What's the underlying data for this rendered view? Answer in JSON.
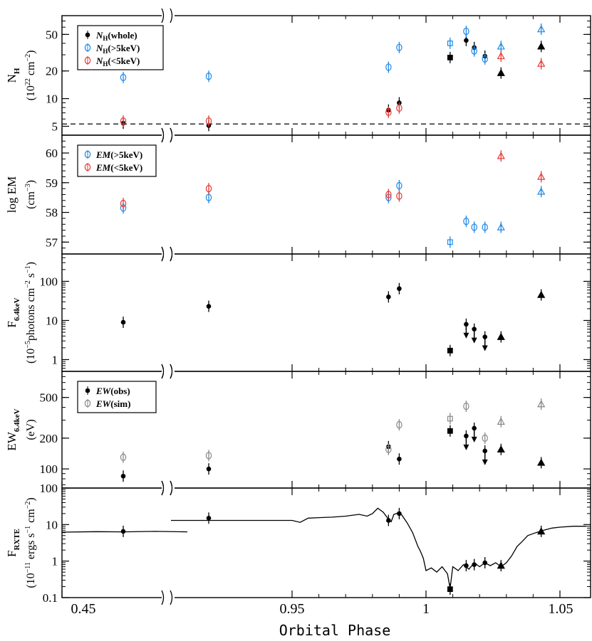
{
  "chart_data": {
    "type": "scatter",
    "shared_x": {
      "label": "Orbital Phase",
      "ticks": [
        "0.45",
        "0.95",
        "1",
        "1.05"
      ],
      "note": "broken axis between 0.45 and 0.95"
    },
    "panels": [
      {
        "id": "nh",
        "ylabel_main": "N",
        "ylabel_sub": "H",
        "ylabel_units": "(10",
        "ylabel_units_sup": "22",
        "ylabel_units_tail": " cm",
        "ylabel_units_sup2": "−2",
        "ylabel_units_close": ")",
        "scale": "log",
        "ylim": [
          4,
          80
        ],
        "yticks": [
          [
            "5",
            5
          ],
          [
            "10",
            10
          ],
          [
            "20",
            20
          ],
          [
            "50",
            50
          ]
        ],
        "reference_line": 5.3,
        "legend": [
          {
            "symbol": "dot",
            "color": "#000000",
            "italic": "N",
            "sub": "H",
            "rest": "(whole)"
          },
          {
            "symbol": "circle",
            "color": "#1e88e5",
            "italic": "N",
            "sub": "H",
            "rest": "(>5keV)"
          },
          {
            "symbol": "circle",
            "color": "#e53935",
            "italic": "N",
            "sub": "H",
            "rest": "(<5keV)"
          }
        ],
        "series": [
          {
            "name": "NH(whole)",
            "color": "#000000",
            "points": [
              [
                0.52,
                5.4,
                "dot"
              ],
              [
                0.6,
                5.1,
                "dot"
              ],
              [
                0.986,
                7.5,
                "dot"
              ],
              [
                0.99,
                9,
                "dot"
              ],
              [
                1.009,
                28,
                "square"
              ],
              [
                1.015,
                43,
                "dot"
              ],
              [
                1.018,
                36,
                "dot"
              ],
              [
                1.022,
                29,
                "dot"
              ],
              [
                1.028,
                19,
                "triangle"
              ],
              [
                1.043,
                37,
                "triangle"
              ]
            ]
          },
          {
            "name": "NH(>5keV)",
            "color": "#1e88e5",
            "points": [
              [
                0.52,
                17,
                "circle"
              ],
              [
                0.6,
                17.5,
                "circle"
              ],
              [
                0.986,
                22,
                "circle"
              ],
              [
                0.99,
                36,
                "circle"
              ],
              [
                1.009,
                40,
                "square"
              ],
              [
                1.015,
                54,
                "circle"
              ],
              [
                1.018,
                33,
                "circle"
              ],
              [
                1.022,
                27,
                "circle"
              ],
              [
                1.028,
                37,
                "triangle"
              ],
              [
                1.043,
                57,
                "triangle"
              ]
            ]
          },
          {
            "name": "NH(<5keV)",
            "color": "#e53935",
            "points": [
              [
                0.52,
                5.7,
                "circle"
              ],
              [
                0.6,
                5.7,
                "circle"
              ],
              [
                0.986,
                7.1,
                "circle"
              ],
              [
                0.99,
                7.9,
                "circle"
              ],
              [
                1.028,
                29,
                "triangle"
              ],
              [
                1.043,
                24,
                "triangle"
              ]
            ]
          }
        ]
      },
      {
        "id": "em",
        "ylabel_main": "log EM",
        "ylabel_units": "(cm",
        "ylabel_units_sup": "−3",
        "ylabel_units_close": ")",
        "scale": "linear",
        "ylim": [
          56.6,
          60.6
        ],
        "yticks": [
          [
            "57",
            57
          ],
          [
            "58",
            58
          ],
          [
            "59",
            59
          ],
          [
            "60",
            60
          ]
        ],
        "legend": [
          {
            "symbol": "circle",
            "color": "#1e88e5",
            "italic": "EM",
            "rest": "(>5keV)"
          },
          {
            "symbol": "circle",
            "color": "#e53935",
            "italic": "EM",
            "rest": "(<5keV)"
          }
        ],
        "series": [
          {
            "name": "EM(>5keV)",
            "color": "#1e88e5",
            "points": [
              [
                0.52,
                58.15,
                "circle"
              ],
              [
                0.6,
                58.5,
                "circle"
              ],
              [
                0.986,
                58.5,
                "circle"
              ],
              [
                0.99,
                58.9,
                "circle"
              ],
              [
                1.009,
                57.0,
                "square"
              ],
              [
                1.015,
                57.7,
                "circle"
              ],
              [
                1.018,
                57.5,
                "circle"
              ],
              [
                1.022,
                57.5,
                "circle"
              ],
              [
                1.028,
                57.5,
                "triangle"
              ],
              [
                1.043,
                58.7,
                "triangle"
              ]
            ]
          },
          {
            "name": "EM(<5keV)",
            "color": "#e53935",
            "points": [
              [
                0.52,
                58.3,
                "circle"
              ],
              [
                0.6,
                58.8,
                "circle"
              ],
              [
                0.986,
                58.6,
                "circle"
              ],
              [
                0.99,
                58.55,
                "circle"
              ],
              [
                1.028,
                59.9,
                "triangle"
              ],
              [
                1.043,
                59.2,
                "triangle"
              ]
            ]
          }
        ]
      },
      {
        "id": "f64",
        "ylabel_main": "F",
        "ylabel_sub": "6.4keV",
        "ylabel_units": "(10",
        "ylabel_units_sup": "−5",
        "ylabel_units_tail": "photons cm",
        "ylabel_units_sup2": "−2",
        "ylabel_units_tail2": " s",
        "ylabel_units_sup3": "−1",
        "ylabel_units_close": ")",
        "scale": "log",
        "ylim": [
          0.5,
          500
        ],
        "yticks": [
          [
            "1",
            1
          ],
          [
            "10",
            10
          ],
          [
            "100",
            100
          ]
        ],
        "series": [
          {
            "name": "F6.4keV",
            "color": "#000000",
            "points": [
              [
                0.52,
                9,
                "dot"
              ],
              [
                0.6,
                23,
                "dot"
              ],
              [
                0.986,
                40,
                "dot"
              ],
              [
                0.99,
                65,
                "dot"
              ],
              [
                1.009,
                1.7,
                "square"
              ],
              [
                1.015,
                8,
                "dot"
              ],
              [
                1.018,
                6,
                "dot"
              ],
              [
                1.022,
                3.8,
                "dot"
              ],
              [
                1.028,
                3.8,
                "triangle"
              ],
              [
                1.043,
                45,
                "triangle"
              ]
            ],
            "upper_limits_at": [
              1.015,
              1.018,
              1.022
            ]
          }
        ]
      },
      {
        "id": "ew",
        "ylabel_main": "EW",
        "ylabel_sub": "6.4keV",
        "ylabel_units": "(eV)",
        "scale": "log",
        "ylim": [
          65,
          900
        ],
        "yticks": [
          [
            "100",
            100
          ],
          [
            "200",
            200
          ],
          [
            "500",
            500
          ]
        ],
        "legend": [
          {
            "symbol": "dot",
            "color": "#000000",
            "italic": "EW",
            "rest": "(obs)"
          },
          {
            "symbol": "circle",
            "color": "#888888",
            "italic": "EW",
            "rest": "(sim)"
          }
        ],
        "series": [
          {
            "name": "EW(obs)",
            "color": "#000000",
            "points": [
              [
                0.52,
                85,
                "dot"
              ],
              [
                0.6,
                100,
                "dot"
              ],
              [
                0.986,
                165,
                "dot"
              ],
              [
                0.99,
                125,
                "dot"
              ],
              [
                1.009,
                235,
                "square"
              ],
              [
                1.015,
                210,
                "dot"
              ],
              [
                1.018,
                250,
                "dot"
              ],
              [
                1.022,
                150,
                "dot"
              ],
              [
                1.028,
                155,
                "triangle"
              ],
              [
                1.043,
                115,
                "triangle"
              ]
            ],
            "upper_limits_at": [
              1.015,
              1.018,
              1.022
            ]
          },
          {
            "name": "EW(sim)",
            "color": "#888888",
            "points": [
              [
                0.52,
                130,
                "circle"
              ],
              [
                0.6,
                135,
                "circle"
              ],
              [
                0.986,
                155,
                "circle"
              ],
              [
                0.99,
                270,
                "circle"
              ],
              [
                1.009,
                310,
                "square"
              ],
              [
                1.015,
                410,
                "circle"
              ],
              [
                1.022,
                200,
                "circle"
              ],
              [
                1.028,
                290,
                "triangle"
              ],
              [
                1.043,
                430,
                "triangle"
              ]
            ]
          }
        ]
      },
      {
        "id": "rxte",
        "ylabel_main": "F",
        "ylabel_sub": "RXTE",
        "ylabel_units": "(10",
        "ylabel_units_sup": "−11",
        "ylabel_units_tail": " ergs s",
        "ylabel_units_sup2": "−1",
        "ylabel_units_tail2": " cm",
        "ylabel_units_sup3": "−2",
        "ylabel_units_close": ")",
        "scale": "log",
        "ylim": [
          0.1,
          100
        ],
        "yticks": [
          [
            "0.1",
            0.1
          ],
          [
            "1",
            1
          ],
          [
            "10",
            10
          ],
          [
            "100",
            100
          ]
        ],
        "light_curve_left": [
          [
            0.45,
            6.2
          ],
          [
            0.49,
            6.4
          ],
          [
            0.52,
            6.3
          ],
          [
            0.55,
            6.5
          ],
          [
            0.58,
            6.3
          ]
        ],
        "light_curve_right": [
          [
            0.95,
            13
          ],
          [
            0.953,
            11.5
          ],
          [
            0.956,
            15
          ],
          [
            0.96,
            15.5
          ],
          [
            0.965,
            16
          ],
          [
            0.97,
            17
          ],
          [
            0.975,
            19
          ],
          [
            0.978,
            17
          ],
          [
            0.98,
            20
          ],
          [
            0.982,
            28
          ],
          [
            0.984,
            22
          ],
          [
            0.986,
            14
          ],
          [
            0.987,
            12
          ],
          [
            0.988,
            19
          ],
          [
            0.989,
            20
          ],
          [
            0.99,
            22
          ],
          [
            0.991,
            18
          ],
          [
            0.993,
            11
          ],
          [
            0.995,
            6
          ],
          [
            0.997,
            2.5
          ],
          [
            0.998,
            1.8
          ],
          [
            0.999,
            1.2
          ],
          [
            1.0,
            0.55
          ],
          [
            1.002,
            0.65
          ],
          [
            1.004,
            0.5
          ],
          [
            1.006,
            0.7
          ],
          [
            1.008,
            0.45
          ],
          [
            1.009,
            0.18
          ],
          [
            1.01,
            0.7
          ],
          [
            1.012,
            0.55
          ],
          [
            1.014,
            0.8
          ],
          [
            1.016,
            0.6
          ],
          [
            1.018,
            0.9
          ],
          [
            1.02,
            0.7
          ],
          [
            1.022,
            0.9
          ],
          [
            1.024,
            0.75
          ],
          [
            1.026,
            0.9
          ],
          [
            1.028,
            0.7
          ],
          [
            1.03,
            0.9
          ],
          [
            1.032,
            1.4
          ],
          [
            1.034,
            2.5
          ],
          [
            1.036,
            3.5
          ],
          [
            1.038,
            5
          ],
          [
            1.041,
            6
          ],
          [
            1.044,
            7
          ],
          [
            1.047,
            8
          ],
          [
            1.05,
            8.5
          ],
          [
            1.055,
            9
          ],
          [
            1.06,
            9
          ]
        ],
        "series": [
          {
            "name": "RXTE markers",
            "color": "#000000",
            "points": [
              [
                0.52,
                6.5,
                "dot"
              ],
              [
                0.6,
                15,
                "dot"
              ],
              [
                0.986,
                13,
                "dot"
              ],
              [
                0.99,
                20,
                "dot"
              ],
              [
                1.009,
                0.17,
                "square"
              ],
              [
                1.015,
                0.75,
                "dot"
              ],
              [
                1.018,
                0.8,
                "dot"
              ],
              [
                1.022,
                0.9,
                "dot"
              ],
              [
                1.028,
                0.75,
                "triangle"
              ],
              [
                1.043,
                6.5,
                "triangle"
              ]
            ]
          }
        ]
      }
    ]
  }
}
